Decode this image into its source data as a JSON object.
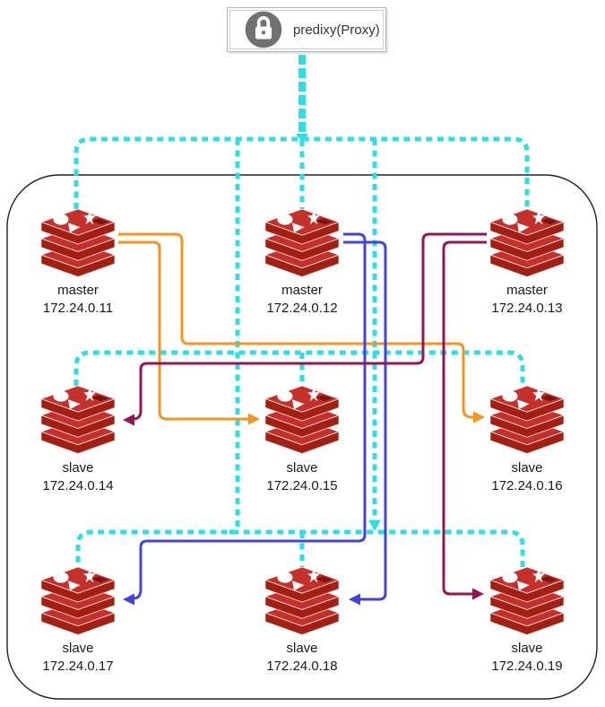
{
  "proxy": {
    "label": "predixy(Proxy)",
    "icon": "lock-icon"
  },
  "cluster": {
    "nodes": [
      {
        "role": "master",
        "ip": "172.24.0.11"
      },
      {
        "role": "master",
        "ip": "172.24.0.12"
      },
      {
        "role": "master",
        "ip": "172.24.0.13"
      },
      {
        "role": "slave",
        "ip": "172.24.0.14"
      },
      {
        "role": "slave",
        "ip": "172.24.0.15"
      },
      {
        "role": "slave",
        "ip": "172.24.0.16"
      },
      {
        "role": "slave",
        "ip": "172.24.0.17"
      },
      {
        "role": "slave",
        "ip": "172.24.0.18"
      },
      {
        "role": "slave",
        "ip": "172.24.0.19"
      }
    ],
    "proxy_links": {
      "targets": [
        "172.24.0.11",
        "172.24.0.12",
        "172.24.0.13",
        "172.24.0.14",
        "172.24.0.15",
        "172.24.0.16",
        "172.24.0.17",
        "172.24.0.18",
        "172.24.0.19"
      ]
    },
    "replication_links": [
      {
        "from": "172.24.0.11",
        "to": "172.24.0.15"
      },
      {
        "from": "172.24.0.11",
        "to": "172.24.0.16"
      },
      {
        "from": "172.24.0.12",
        "to": "172.24.0.17"
      },
      {
        "from": "172.24.0.12",
        "to": "172.24.0.18"
      },
      {
        "from": "172.24.0.13",
        "to": "172.24.0.14"
      },
      {
        "from": "172.24.0.13",
        "to": "172.24.0.19"
      }
    ]
  },
  "colors": {
    "proxy_link": "#2bdfe6",
    "link_master_11": "#f7941e",
    "link_master_12": "#4343e2",
    "link_master_13": "#951653",
    "redis_light": "#c6302b",
    "redis_dark": "#a41e11",
    "redis_hole": "#7c140e",
    "cluster_border": "#222222",
    "label_text": "#1a1a1a",
    "lock_gray": "#717171"
  }
}
